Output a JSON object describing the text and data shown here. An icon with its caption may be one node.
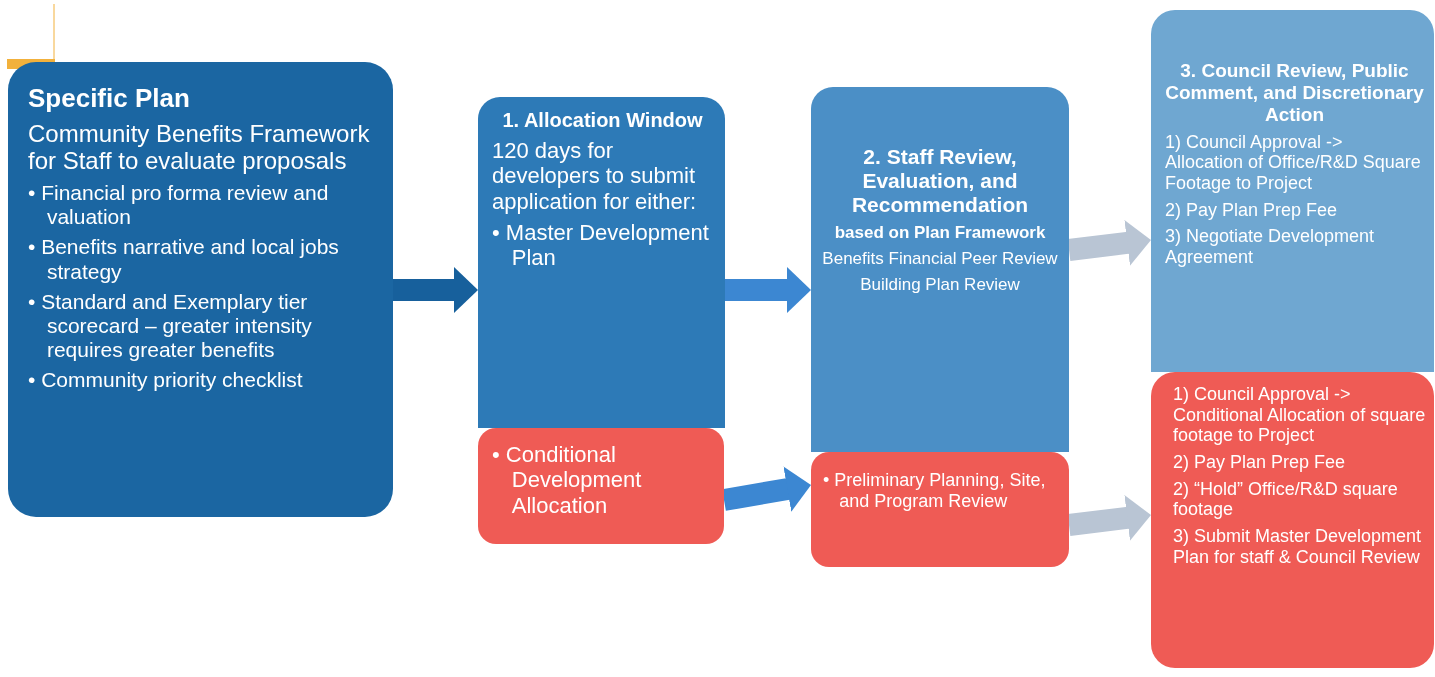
{
  "diagram": {
    "nodes": [
      {
        "text": [
          "Specific Plan",
          "Community Benefits Framework for Staff to evaluate proposals",
          "• Financial pro forma review and valuation",
          "• Benefits narrative and local jobs strategy",
          "• Standard and Exemplary tier scorecard – greater intensity requires greater benefits",
          "• Community priority checklist"
        ]
      },
      {
        "text": [
          "1. Allocation Window",
          "120 days for developers to submit application for either:",
          "• Master Development Plan"
        ]
      },
      {
        "text": [
          "• Conditional Development Allocation"
        ]
      },
      {
        "text": [
          "2. Staff Review, Evaluation, and Recommendation",
          "based on Plan Framework",
          "Benefits Financial Peer Review",
          "Building Plan Review"
        ]
      },
      {
        "text": [
          "• Preliminary Planning, Site, and Program Review"
        ]
      },
      {
        "text": [
          "3. Council Review, Public Comment, and Discretionary Action",
          "1) Council Approval -> Allocation of Office/R&D Square Footage to Project",
          "2) Pay Plan Prep Fee",
          "3) Negotiate Development Agreement"
        ]
      },
      {
        "text": [
          "1) Council Approval -> Conditional Allocation of square footage to Project",
          "2) Pay Plan Prep Fee",
          "2) “Hold” Office/R&D square footage",
          "3) Submit Master Development Plan for staff & Council Review"
        ]
      }
    ],
    "edges": [
      {
        "from": 0,
        "to": 1,
        "arrow": "to",
        "color": "#17609c"
      },
      {
        "from": 1,
        "to": 3,
        "arrow": "to",
        "color": "#3c87d2"
      },
      {
        "from": 2,
        "to": 4,
        "arrow": "to",
        "color": "#3c87d2"
      },
      {
        "from": 3,
        "to": 5,
        "arrow": "to",
        "color": "#b9c5d4"
      },
      {
        "from": 4,
        "to": 6,
        "arrow": "to",
        "color": "#b9c5d4"
      }
    ]
  }
}
